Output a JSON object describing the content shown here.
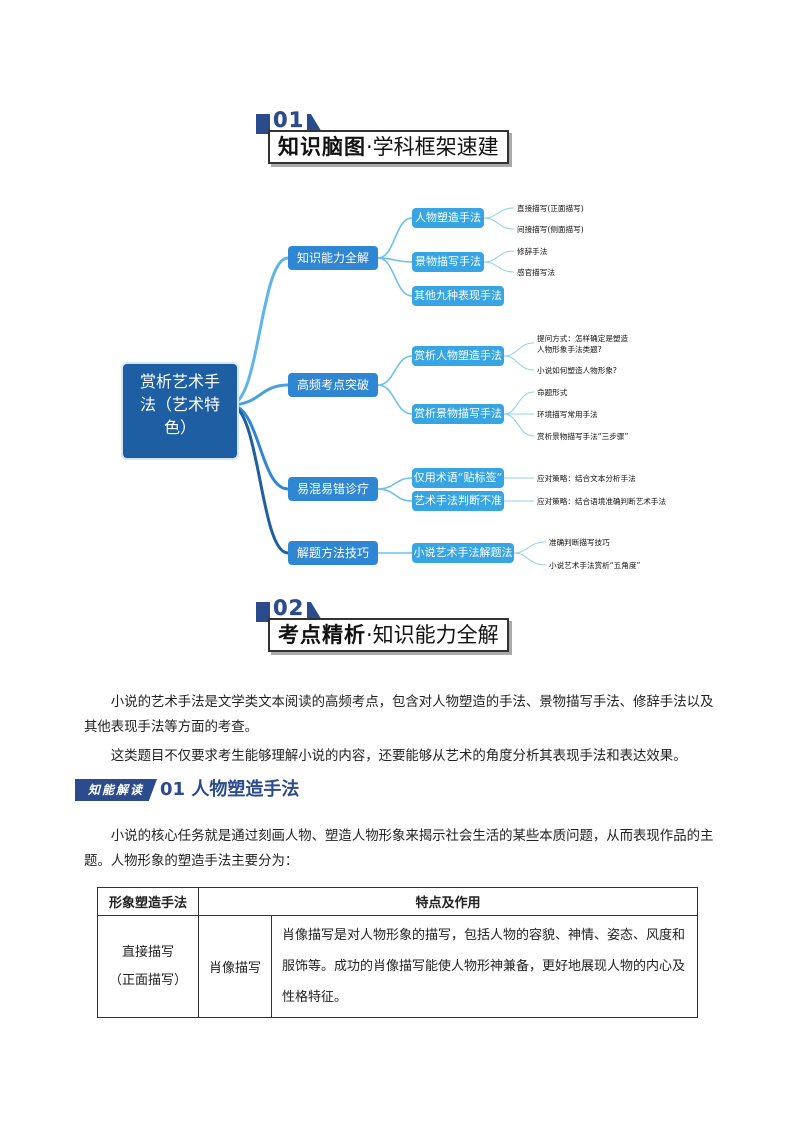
{
  "section1": {
    "num": "01",
    "title_bold": "知识脑图",
    "title_rest": "·学科框架速建"
  },
  "section2": {
    "num": "02",
    "title_bold": "考点精析",
    "title_rest": "·知识能力全解"
  },
  "mindmap": {
    "root": "赏析艺术手法（艺术特色）",
    "branches": [
      {
        "label": "知识能力全解",
        "children": [
          {
            "label": "人物塑造手法",
            "leaves": [
              "直接描写(正面描写)",
              "间接描写(侧面描写)"
            ]
          },
          {
            "label": "景物描写手法",
            "leaves": [
              "修辞手法",
              "感官描写法"
            ]
          },
          {
            "label": "其他九种表现手法",
            "leaves": []
          }
        ]
      },
      {
        "label": "高频考点突破",
        "children": [
          {
            "label": "赏析人物塑造手法",
            "leaves": [
              "提问方式：怎样确定是塑造人物形象手法类题?",
              "小说如何塑造人物形象?"
            ]
          },
          {
            "label": "赏析景物描写手法",
            "leaves": [
              "命题形式",
              "环境描写常用手法",
              "赏析景物描写手法“三步骤”"
            ]
          }
        ]
      },
      {
        "label": "易混易错诊疗",
        "children": [
          {
            "label": "仅用术语“贴标签”",
            "leaves": [
              "应对策略：结合文本分析手法"
            ]
          },
          {
            "label": "艺术手法判断不准",
            "leaves": [
              "应对策略：结合语境准确判断艺术手法"
            ]
          }
        ]
      },
      {
        "label": "解题方法技巧",
        "children": [
          {
            "label": "小说艺术手法解题法",
            "leaves": [
              "准确判断描写技巧",
              "小说艺术手法赏析“五角度”"
            ]
          }
        ]
      }
    ]
  },
  "intro": {
    "p1": "小说的艺术手法是文学类文本阅读的高频考点，包含对人物塑造的手法、景物描写手法、修辞手法以及其他表现手法等方面的考查。",
    "p2": "这类题目不仅要求考生能够理解小说的内容，还要能够从艺术的角度分析其表现手法和表达效果。"
  },
  "knowledge": {
    "badge": "知能解读",
    "title": "01 人物塑造手法",
    "p1": "小说的核心任务就是通过刻画人物、塑造人物形象来揭示社会生活的某些本质问题，从而表现作品的主题。人物形象的塑造手法主要分为："
  },
  "table": {
    "header": [
      "形象塑造手法",
      "特点及作用"
    ],
    "row1": {
      "cat_line1": "直接描写",
      "cat_line2": "（正面描写）",
      "sub": "肖像描写",
      "desc": "肖像描写是对人物形象的描写，包括人物的容貌、神情、姿态、风度和服饰等。成功的肖像描写能使人物形神兼备，更好地展现人物的内心及性格特征。"
    }
  },
  "colors": {
    "navy": "#2b4b8c",
    "root": "#1e5fa3",
    "l1": "#2f86d3",
    "l2": "#37a5e3",
    "line": "#5fb5e8"
  }
}
